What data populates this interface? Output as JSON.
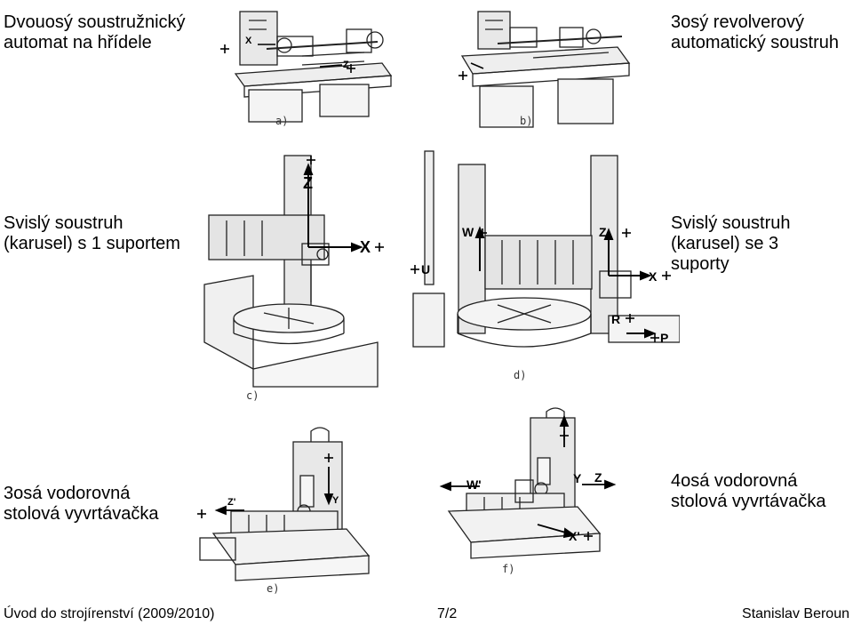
{
  "captions": {
    "a": [
      "Dvouosý soustružnický",
      "automat na hřídele"
    ],
    "b": [
      "3osý revolverový",
      "automatický soustruh"
    ],
    "c": [
      "Svislý soustruh",
      "(karusel) s 1 suportem"
    ],
    "d": [
      "Svislý soustruh",
      "(karusel) se 3",
      "suporty"
    ],
    "e": [
      "3osá vodorovná",
      "stolová vyvrtávačka"
    ],
    "f": [
      "4osá vodorovná",
      "stolová vyvrtávačka"
    ]
  },
  "figure_letters": {
    "a": "a)",
    "b": "b)",
    "c": "c)",
    "d": "d)",
    "e": "e)",
    "f": "f)"
  },
  "axis_labels": {
    "a": [
      "X",
      "Z"
    ],
    "c": [
      "Z",
      "X"
    ],
    "d": [
      "W",
      "U",
      "Z",
      "X",
      "R",
      "P"
    ],
    "e": [
      "Z'",
      "Y"
    ],
    "f": [
      "W'",
      "Y",
      "Z",
      "X'"
    ]
  },
  "footer": {
    "left": "Úvod do strojírenství (2009/2010)",
    "center": "7/2",
    "right": "Stanislav Beroun"
  }
}
